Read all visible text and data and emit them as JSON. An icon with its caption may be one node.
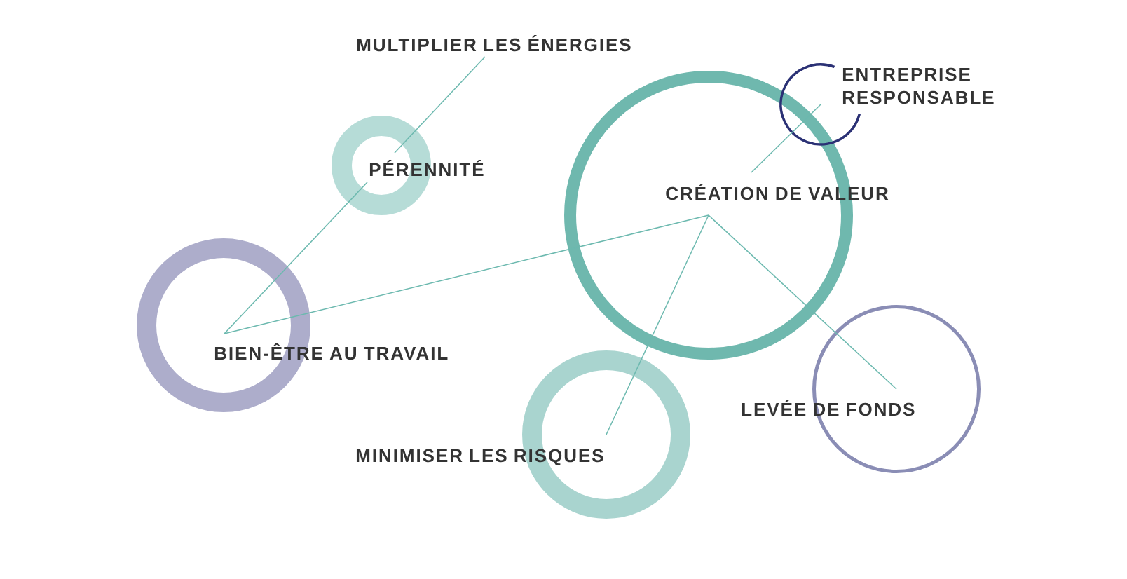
{
  "diagram": {
    "nodes": [
      {
        "text": [
          "MULTIPLIER LES ÉNERGIES"
        ]
      },
      {
        "text": [
          "PÉRENNITÉ"
        ]
      },
      {
        "text": [
          "ENTREPRISE RESPONSABLE"
        ]
      },
      {
        "text": [
          "CRÉATION DE VALEUR"
        ]
      },
      {
        "text": [
          "BIEN-ÊTRE AU TRAVAIL"
        ]
      },
      {
        "text": [
          "MINIMISER LES RISQUES"
        ]
      },
      {
        "text": [
          "LEVÉE DE FONDS"
        ]
      }
    ],
    "edges": [
      {
        "from": 0,
        "to": 1,
        "arrow": "none"
      },
      {
        "from": 1,
        "to": 4,
        "arrow": "none"
      },
      {
        "from": 4,
        "to": 3,
        "arrow": "none"
      },
      {
        "from": 3,
        "to": 2,
        "arrow": "none"
      },
      {
        "from": 3,
        "to": 5,
        "arrow": "none"
      },
      {
        "from": 3,
        "to": 6,
        "arrow": "none"
      }
    ]
  }
}
